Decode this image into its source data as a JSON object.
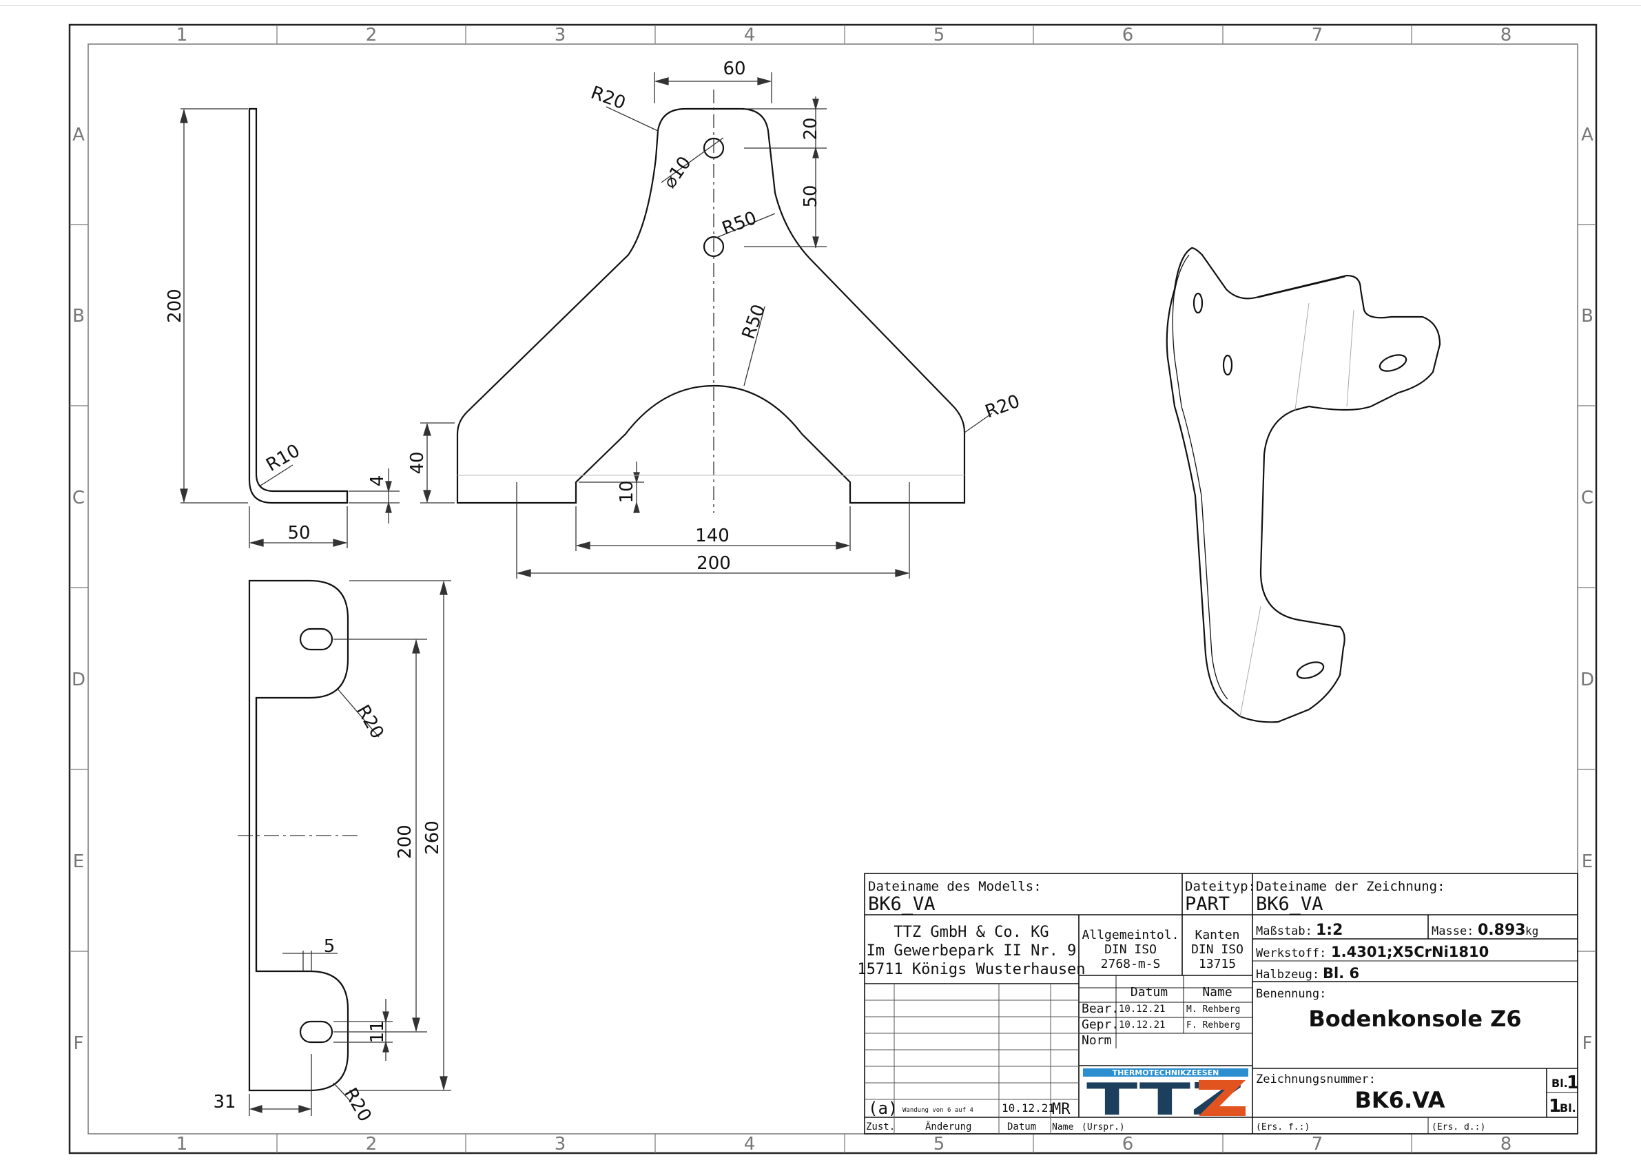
{
  "grid": {
    "columns": [
      "1",
      "2",
      "3",
      "4",
      "5",
      "6",
      "7",
      "8"
    ],
    "rows": [
      "A",
      "B",
      "C",
      "D",
      "E",
      "F"
    ]
  },
  "dimensions": {
    "side_height": "200",
    "side_bend_radius": "R10",
    "side_thickness": "4",
    "side_width": "50",
    "front_top_width": "60",
    "front_top_radius": "R20",
    "front_hole_dia": "⌀10",
    "front_top_offset": "20",
    "front_hole_spacing": "50",
    "front_shoulder_radius": "R50",
    "front_arch_radius": "R50",
    "front_foot_radius": "R20",
    "front_foot_height": "40",
    "front_notch_height": "10",
    "front_inner_width": "140",
    "front_overall_width": "200",
    "bottom_radius_top": "R20",
    "bottom_hole_spacing": "200",
    "bottom_overall_length": "260",
    "bottom_slot_width": "5",
    "bottom_slot_height": "11",
    "bottom_edge_offset": "31",
    "bottom_radius_bottom": "R20"
  },
  "title_block": {
    "model_filename_label": "Dateiname des Modells:",
    "model_filename": "BK6_VA",
    "filetype_label": "Dateityp:",
    "filetype": "PART",
    "drawing_filename_label": "Dateiname der Zeichnung:",
    "drawing_filename": "BK6_VA",
    "company_line1": "TTZ GmbH & Co. KG",
    "company_line2": "Im Gewerbepark II Nr. 9",
    "company_line3": "15711 Königs Wusterhausen",
    "tol_line1": "Allgemeintol.",
    "tol_line2": "DIN ISO",
    "tol_line3": "2768-m-S",
    "edges_line1": "Kanten",
    "edges_line2": "DIN ISO",
    "edges_line3": "13715",
    "scale_label": "Maßstab:",
    "scale_value": "1:2",
    "mass_label": "Masse:",
    "mass_value": "0.893",
    "mass_unit": "kg",
    "material_label": "Werkstoff:",
    "material_value": "1.4301;X5CrNi1810",
    "semi_label": "Halbzeug:",
    "semi_value": "Bl. 6",
    "date_header": "Datum",
    "name_header": "Name",
    "bear_label": "Bear.",
    "bear_date": "10.12.21",
    "bear_name": "M. Rehberg",
    "gepr_label": "Gepr.",
    "gepr_date": "10.12.21",
    "gepr_name": "F. Rehberg",
    "norm_label": "Norm",
    "designation_label": "Benennung:",
    "designation": "Bodenkonsole Z6",
    "drawing_number_label": "Zeichnungsnummer:",
    "drawing_number": "BK6.VA",
    "sheet_label": "Bl.",
    "sheet_number": "1",
    "sheets_total": "1",
    "sheets_total_label": "Bl.",
    "rev_index": "(a)",
    "rev_change": "Wandung von 6 auf 4",
    "rev_date": "10.12.21",
    "rev_name": "MR",
    "zust_label": "Zust.",
    "change_label": "Änderung",
    "date_label": "Datum",
    "name_label": "Name",
    "ursp_label": "(Urspr.)",
    "ers_f_label": "(Ers. f.:)",
    "ers_d_label": "(Ers. d.:)",
    "logo_text": "THERMOTECHNIKZEESEN",
    "logo_letters": "TTZ"
  },
  "colors": {
    "logo_dark": "#1c3f5e",
    "logo_orange": "#e2541f",
    "logo_band": "#2a8fd0"
  }
}
